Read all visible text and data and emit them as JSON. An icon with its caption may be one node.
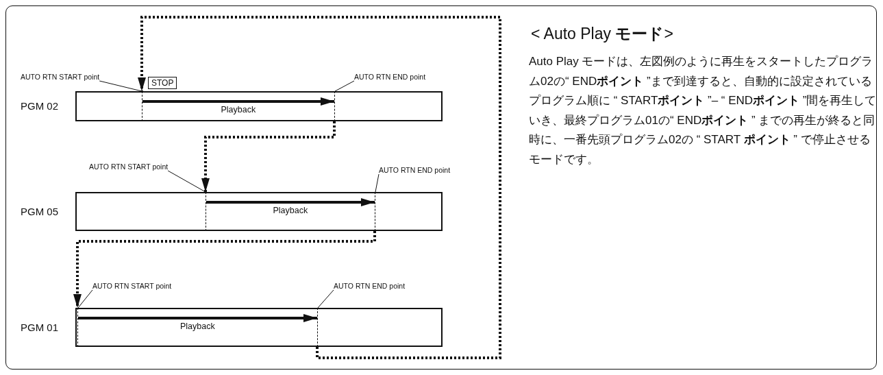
{
  "diagram": {
    "title": "< Auto Play **モード**>",
    "nodes": [
      {
        "text": [
          "AUTO RTN START point"
        ]
      },
      {
        "text": [
          "STOP"
        ]
      },
      {
        "text": [
          "AUTO RTN END point"
        ]
      },
      {
        "text": [
          "PGM 02"
        ]
      },
      {
        "text": [],
        "shape": "line",
        "in": 3
      },
      {
        "text": [],
        "shape": "line",
        "in": 3
      },
      {
        "text": [
          "AUTO RTN START point"
        ]
      },
      {
        "text": [
          "AUTO RTN END point"
        ]
      },
      {
        "text": [
          "PGM 05"
        ]
      },
      {
        "text": [],
        "shape": "line",
        "in": 8
      },
      {
        "text": [],
        "shape": "line",
        "in": 8
      },
      {
        "text": [
          "AUTO RTN START point"
        ]
      },
      {
        "text": [
          "AUTO RTN END point"
        ]
      },
      {
        "text": [
          "PGM 01"
        ]
      },
      {
        "text": [],
        "shape": "line",
        "in": 13
      },
      {
        "text": [],
        "shape": "line",
        "in": 13
      }
    ],
    "edges": [
      {
        "from": 0,
        "to": 4,
        "arrow": "none"
      },
      {
        "from": 2,
        "to": 5,
        "arrow": "none"
      },
      {
        "from": 4,
        "to": 5,
        "arrow": "to",
        "label": "Playback",
        "style": "thick"
      },
      {
        "from": 5,
        "to": 9,
        "arrow": "to",
        "style": "dashed"
      },
      {
        "from": 6,
        "to": 9,
        "arrow": "none"
      },
      {
        "from": 7,
        "to": 10,
        "arrow": "none"
      },
      {
        "from": 9,
        "to": 10,
        "arrow": "to",
        "label": "Playback",
        "style": "thick"
      },
      {
        "from": 10,
        "to": 14,
        "arrow": "to",
        "style": "dashed"
      },
      {
        "from": 11,
        "to": 14,
        "arrow": "none"
      },
      {
        "from": 12,
        "to": 15,
        "arrow": "none"
      },
      {
        "from": 14,
        "to": 15,
        "arrow": "to",
        "label": "Playback",
        "style": "thick"
      },
      {
        "from": 15,
        "to": 4,
        "arrow": "to",
        "style": "dashed"
      }
    ],
    "labels": [
      "Auto Play モードは、左図例のように再生をスタートしたプログラム02の“ END**ポイント** ”まで到達すると、自動的に設定されているプログラム順に “ START**ポイント** ”– “ END**ポイント** ”間を再生していき、最終プログラム01の“ END**ポイント** ” までの再生が終ると同時に、一番先頭プログラム02の “ START **ポイント** ” で停止させるモードです。"
    ]
  }
}
